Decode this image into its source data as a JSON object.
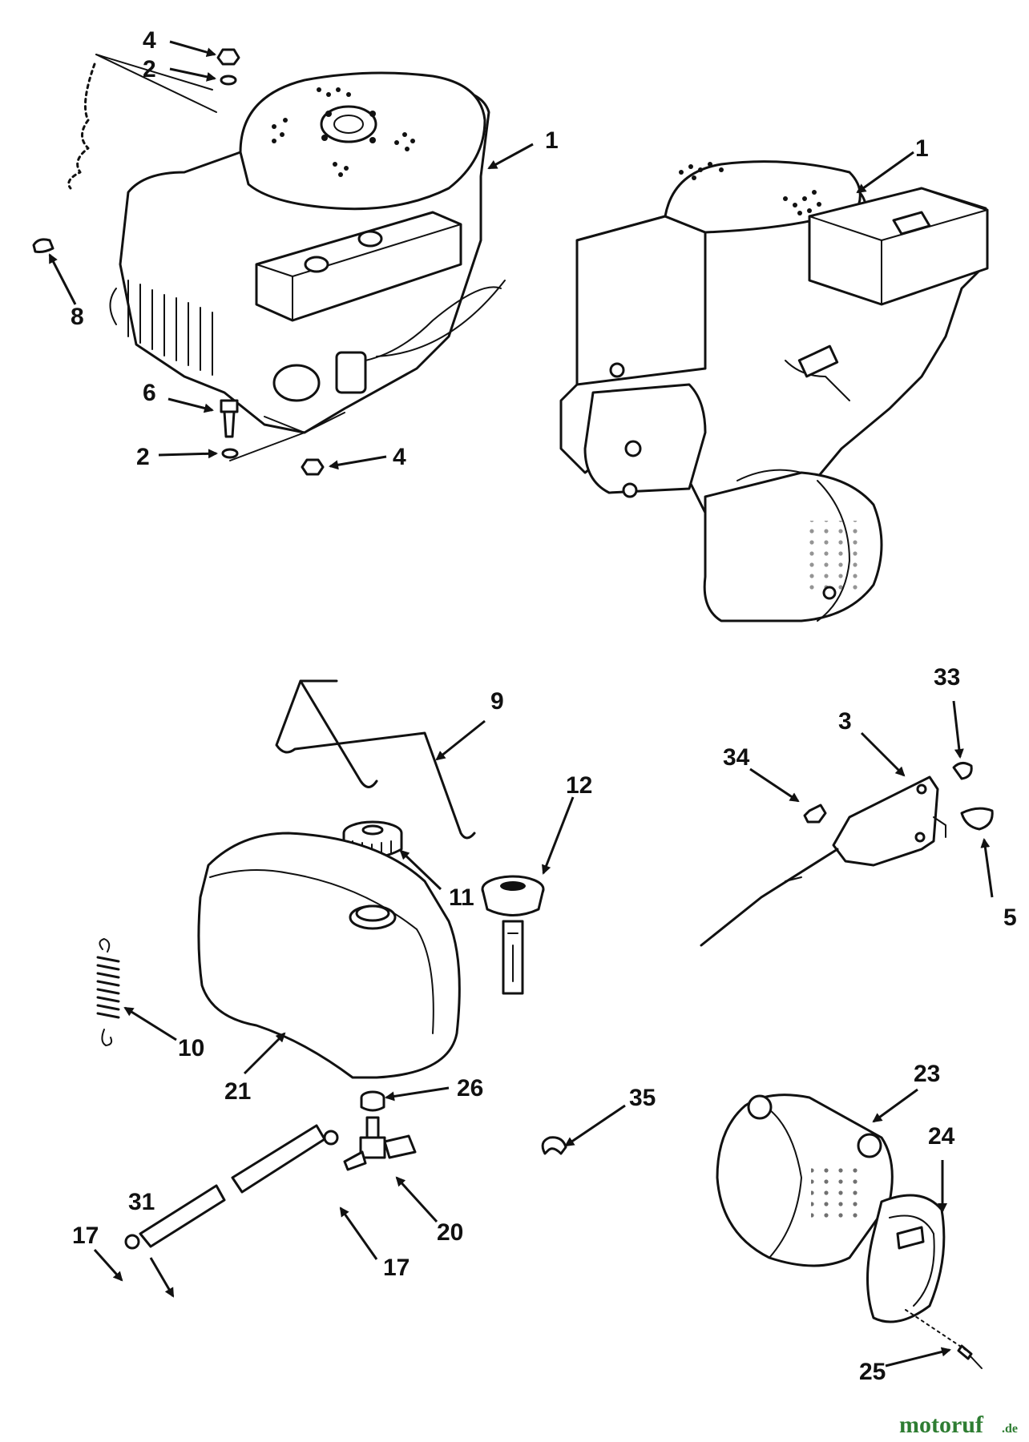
{
  "callouts": {
    "c1a": "1",
    "c1b": "1",
    "c2a": "2",
    "c2b": "2",
    "c3": "3",
    "c4a": "4",
    "c4b": "4",
    "c5": "5",
    "c6": "6",
    "c8": "8",
    "c9": "9",
    "c10": "10",
    "c11": "11",
    "c12": "12",
    "c17a": "17",
    "c17b": "17",
    "c20": "20",
    "c21": "21",
    "c23": "23",
    "c24": "24",
    "c25": "25",
    "c26": "26",
    "c31": "31",
    "c33": "33",
    "c34": "34",
    "c35": "35"
  },
  "watermark": {
    "brand": "motoruf",
    "suffix": ".de"
  },
  "colors": {
    "ink": "#111111",
    "paper": "#ffffff",
    "brand": "#2e7d32",
    "brand_accent": "#f57c00"
  }
}
